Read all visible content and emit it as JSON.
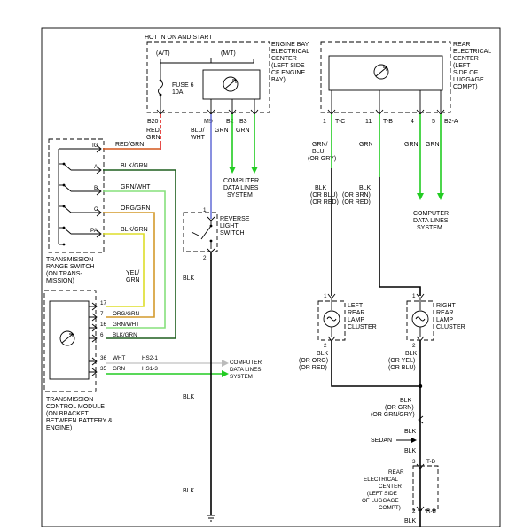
{
  "colors": {
    "wire_black": "#000000",
    "wire_red": "#e0201c",
    "wire_red_green": "#d4561c",
    "wire_green": "#22cc22",
    "wire_blue": "#6c74d8",
    "wire_black_green": "#1e5e1e",
    "wire_green_white": "#86e07c",
    "wire_orange_green": "#d49a2c",
    "wire_yellow": "#dede2a",
    "wire_gray": "#9a9a9a"
  },
  "engine_bay": {
    "hot_label": "HOT IN ON AND START",
    "at_label": "(A/T)",
    "mt_label": "(M/T)",
    "fuse_label": "FUSE 6",
    "fuse_amp": "10A",
    "center_name": [
      "ENGINE BAY",
      "ELECTRICAL",
      "CENTER",
      "(LEFT SIDE",
      "CF ENGINE",
      "BAY)"
    ],
    "pins": [
      "B20",
      "M9",
      "B2",
      "B3"
    ],
    "wire_colors": {
      "b20": [
        "RED/",
        "GRN"
      ],
      "m9": [
        "BLU/",
        "WHT"
      ],
      "b2": "GRN",
      "b3": "GRN"
    }
  },
  "rear_center": {
    "name": [
      "REAR",
      "ELECTRICAL",
      "CENTER",
      "(LEFT",
      "SIDE OF",
      "LUGGAGE",
      "COMPT)"
    ],
    "pins": [
      {
        "num": "1",
        "id": "T-C"
      },
      {
        "num": "11",
        "id": "T-B"
      },
      {
        "num": "4",
        "id": ""
      },
      {
        "num": "5",
        "id": "B2-A"
      }
    ],
    "wire_colors": {
      "tc": [
        "GRN/",
        "BLU",
        "(OR GRY)"
      ],
      "tb": "GRN",
      "p4": "GRN",
      "p5": "GRN"
    }
  },
  "computer_data_lines": {
    "top": [
      "COMPUTER",
      "DATA LINES",
      "SYSTEM"
    ],
    "right": [
      "COMPUTER",
      "DATA LINES",
      "SYSTEM"
    ],
    "tcm": [
      "COMPUTER",
      "DATA LINES",
      "SYSTEM"
    ]
  },
  "range_switch": {
    "wire_label": "RED/GRN",
    "positions": [
      "IG",
      "A",
      "B",
      "C",
      "PA"
    ],
    "wires": [
      "BLK/GRN",
      "GRN/WHT",
      "ORG/GRN",
      "BLK/GRN"
    ],
    "name": [
      "TRANSMISSION",
      "RANGE SWITCH",
      "(ON TRANS-",
      "MISSION)"
    ],
    "yel_grn": [
      "YEL/",
      "GRN"
    ]
  },
  "tcm": {
    "pins": [
      {
        "num": "17",
        "color": ""
      },
      {
        "num": "7",
        "color": "ORG/GRN"
      },
      {
        "num": "16",
        "color": "GRN/WHT"
      },
      {
        "num": "6",
        "color": "BLK/GRN"
      },
      {
        "num": "36",
        "color": "WHT",
        "circuit": "HS2-1"
      },
      {
        "num": "35",
        "color": "GRN",
        "circuit": "HS1-3"
      }
    ],
    "name": [
      "TRANSMISSION",
      "CONTROL MODULE",
      "(ON BRACKET",
      "BETWEEN BATTERY &",
      "ENGINE)"
    ]
  },
  "reverse_switch": {
    "pin_top": "1",
    "pin_bottom": "2",
    "name": [
      "REVERSE",
      "LIGHT",
      "SWITCH"
    ],
    "wire_below": "BLK",
    "wire_mid": "BLK",
    "wire_low": "BLK"
  },
  "left_lamp": {
    "pin_top": "1",
    "pin_bottom": "2",
    "name": [
      "LEFT",
      "REAR",
      "LAMP",
      "CLUSTER"
    ],
    "wire_above": [
      "BLK",
      "(OR BLU)",
      "(OR RED)"
    ],
    "wire_below": [
      "BLK",
      "(OR ORG)",
      "(OR RED)"
    ]
  },
  "right_lamp": {
    "pin_top": "1",
    "pin_bottom": "2",
    "name": [
      "RIGHT",
      "REAR",
      "LAMP",
      "CLUSTER"
    ],
    "wire_above": [
      "BLK",
      "(OR BRN)",
      "(OR RED)"
    ],
    "wire_below": [
      "BLK",
      "(OR YEL)",
      "(OR BLU)"
    ]
  },
  "ground_path": {
    "blk_ors": [
      "BLK",
      "(OR GRN)",
      "(OR GRN/GRY)"
    ],
    "blk1": "BLK",
    "sedan": "SEDAN",
    "blk2": "BLK",
    "rear_center2": {
      "pin_top": "3",
      "pin_top_id": "T-D",
      "pin_bottom": "2",
      "pin_bottom_id": "R-B",
      "name": [
        "REAR",
        "ELECTRICAL",
        "CENTER",
        "(LEFT SIDE",
        "OF LUGGAGE",
        "COMPT)"
      ]
    },
    "blk3": "BLK"
  }
}
